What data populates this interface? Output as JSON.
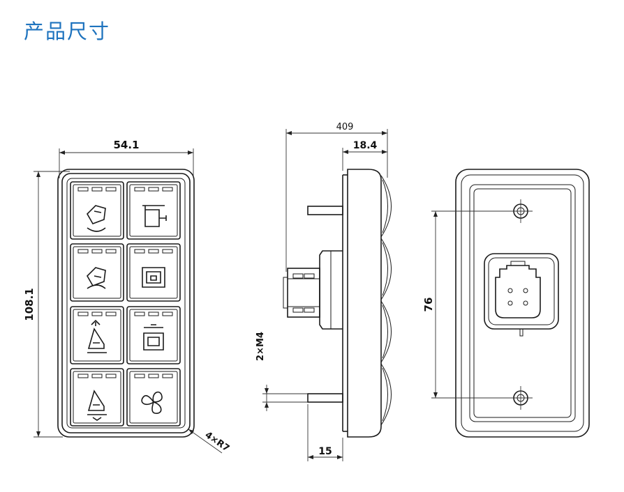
{
  "title": "产品尺寸",
  "colors": {
    "title": "#1e73be",
    "line": "#1a1a1a"
  },
  "front_view": {
    "width_label": "54.1",
    "height_label": "108.1",
    "corner_label": "4×R7",
    "key_icons": [
      "tilt-tip-up-icon",
      "aux-icon",
      "tilt-tip-down-icon",
      "tracks-chassis-icon",
      "blade-raise-icon",
      "tracks-lock-icon",
      "blade-lower-icon",
      "fan-icon"
    ]
  },
  "side_view": {
    "overall_label": "409",
    "depth_label": "18.4",
    "thread_label": "2×M4",
    "stud_label": "15"
  },
  "back_view": {
    "hole_spacing_label": "76"
  }
}
